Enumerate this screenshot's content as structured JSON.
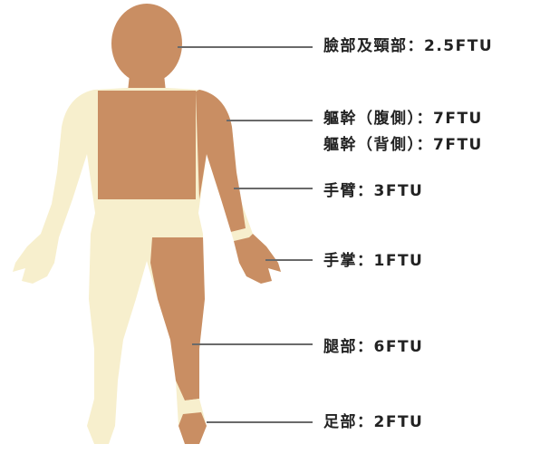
{
  "colors": {
    "skin_highlight": "#c98e63",
    "skin_base": "#f7efcd",
    "leader_line": "#6a6a6a",
    "text": "#222222"
  },
  "labels": {
    "face_neck": "臉部及頸部：2.5FTU",
    "trunk_front": "軀幹（腹側）：7FTU",
    "trunk_back": "軀幹（背側）：7FTU",
    "arm": "手臂：3FTU",
    "palm": "手掌：1FTU",
    "leg": "腿部：6FTU",
    "foot": "足部：2FTU"
  }
}
